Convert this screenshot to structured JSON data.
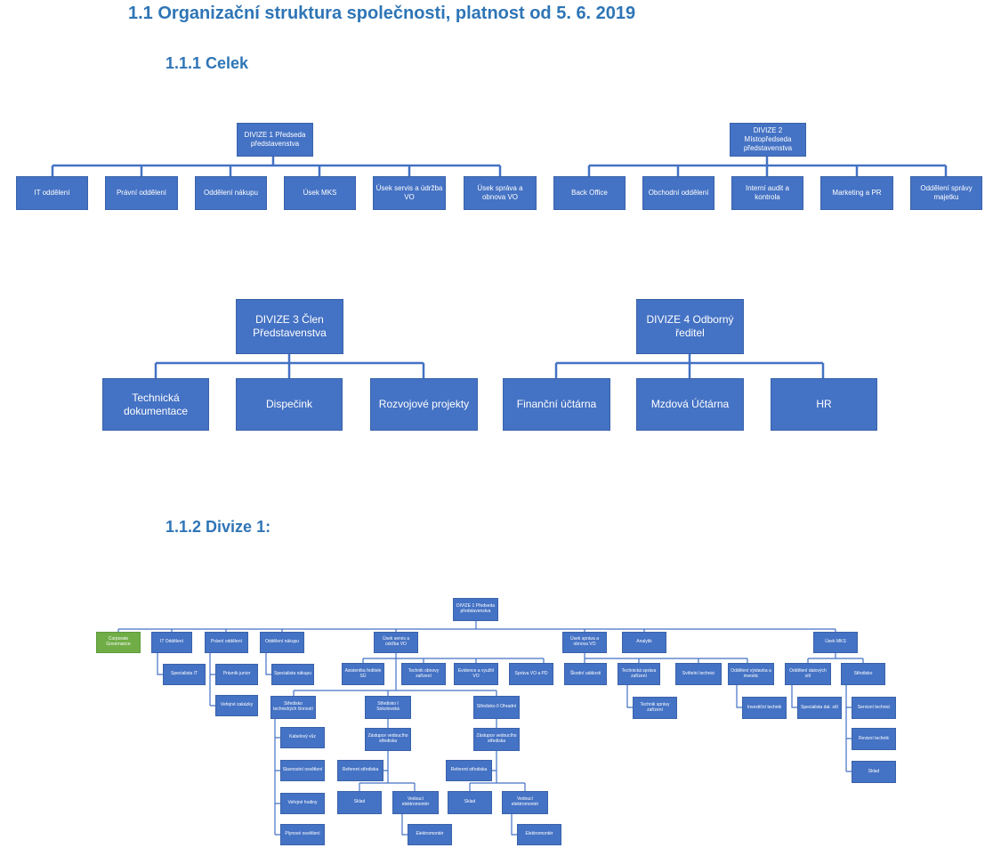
{
  "headings": {
    "h1": "1.1 Organizační struktura společnosti, platnost od 5. 6. 2019",
    "h2": "1.1.1 Celek",
    "h3_number": "1.1.2",
    "h3_text": " Divize 1:"
  },
  "celek": {
    "d1": {
      "head": "DIVIZE 1 Předseda představenstva",
      "children": [
        "IT oddělení",
        "Právní oddělení",
        "Oddělení nákupu",
        "Úsek MKS",
        "Úsek servis a údržba VO",
        "Úsek správa a obnova VO"
      ]
    },
    "d2": {
      "head": "DIVIZE 2 Místopředseda představenstva",
      "children": [
        "Back Office",
        "Obchodní oddělení",
        "Interní audit a kontrola",
        "Marketing a PR",
        "Oddělení správy majetku"
      ]
    },
    "d3": {
      "head": "DIVIZE 3 Člen Představenstva",
      "children": [
        "Technická dokumentace",
        "Dispečink",
        "Rozvojové projekty"
      ]
    },
    "d4": {
      "head": "DIVIZE 4 Odborný ředitel",
      "children": [
        "Finanční účtárna",
        "Mzdová Účtárna",
        "HR"
      ]
    }
  },
  "divize1": {
    "root": "DIVIZE 1 Předseda představenstva",
    "level1": [
      "Corporate Governance",
      "IT Oddělení",
      "Právní oddělení",
      "Oddělení nákupu",
      "Úsek servis a údržba VO",
      "Úsek správa a obnova VO",
      "Analytik",
      "Úsek MKS"
    ],
    "it_children": [
      "Specialista IT"
    ],
    "pravni_children": [
      "Právník junior",
      "Veřejné zakázky"
    ],
    "nakup_children": [
      "Specialista nákupu"
    ],
    "servis_children": [
      "Asistentka ředitele SÚ",
      "Technik obnovy zařízení",
      "Evidence a využití VO"
    ],
    "sprava_children": [
      "Správa VO a PD",
      "Škodní události",
      "Technická správa zařízení",
      "Světelní technici",
      "Oddělení výstavba a investic"
    ],
    "mks_children": [
      "Oddělení datových sítí",
      "Středisko"
    ],
    "strediska": [
      "Středisko technických činností",
      "Středisko I Sokolovská",
      "Středisko II Ohradní"
    ],
    "tech_cinnosti_children": [
      "Kabelový vůz",
      "Slavnostní osvětlení",
      "Veřejné hodiny",
      "Plynové osvětlení"
    ],
    "zastupce": "Zástupce vedoucího střediska",
    "referent": "Referent střediska",
    "sklad": "Sklad",
    "vedouci_elektro": "Vedoucí elektromontér",
    "elektromonter": "Elektromontér",
    "technik_spravy": "Technik správy zařízení",
    "investicni_technik": "Investiční technik",
    "specialista_dat": "Specialista dat. sítí",
    "mks_stredisko_children": [
      "Servisní technici",
      "Revizní technik",
      "Sklad"
    ]
  },
  "colors": {
    "box": "#4472c4",
    "green": "#70ad47",
    "line": "#4472c4",
    "heading": "#2e75b6"
  }
}
